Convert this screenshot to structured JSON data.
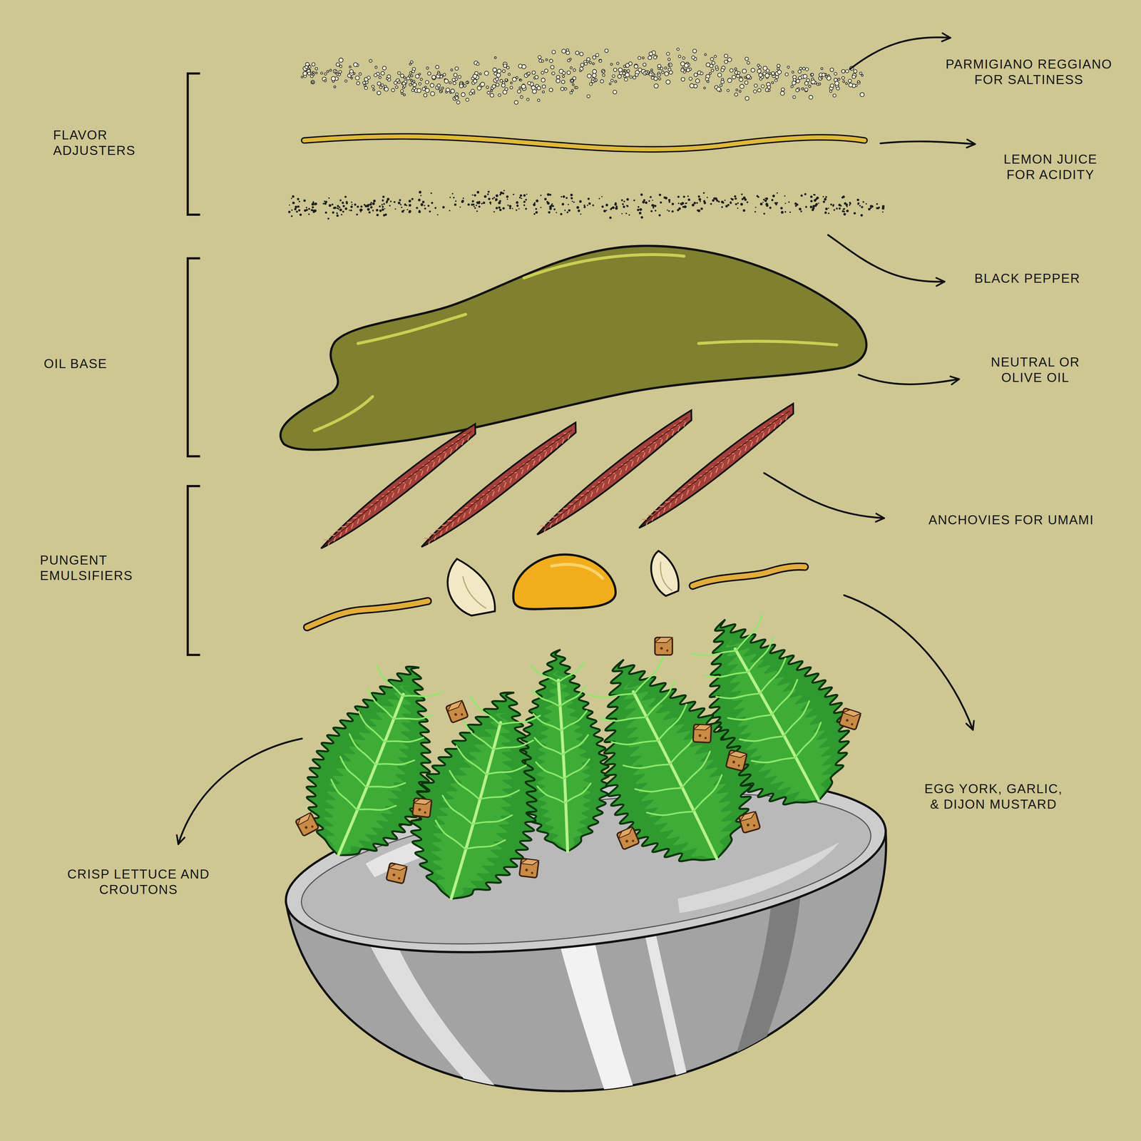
{
  "diagram": {
    "labels": [
      "FLAVOR ADJUSTERS",
      "OIL BASE",
      "PUNGENT EMULSIFIERS",
      "PARMIGIANO REGGIANO FOR SALTINESS",
      "LEMON JUICE FOR ACIDITY",
      "BLACK PEPPER",
      "NEUTRAL OR OLIVE OIL",
      "ANCHOVIES FOR UMAMI",
      "EGG YORK, GARLIC, & DIJON MUSTARD",
      "CRISP LETTUCE AND CROUTONS"
    ]
  }
}
